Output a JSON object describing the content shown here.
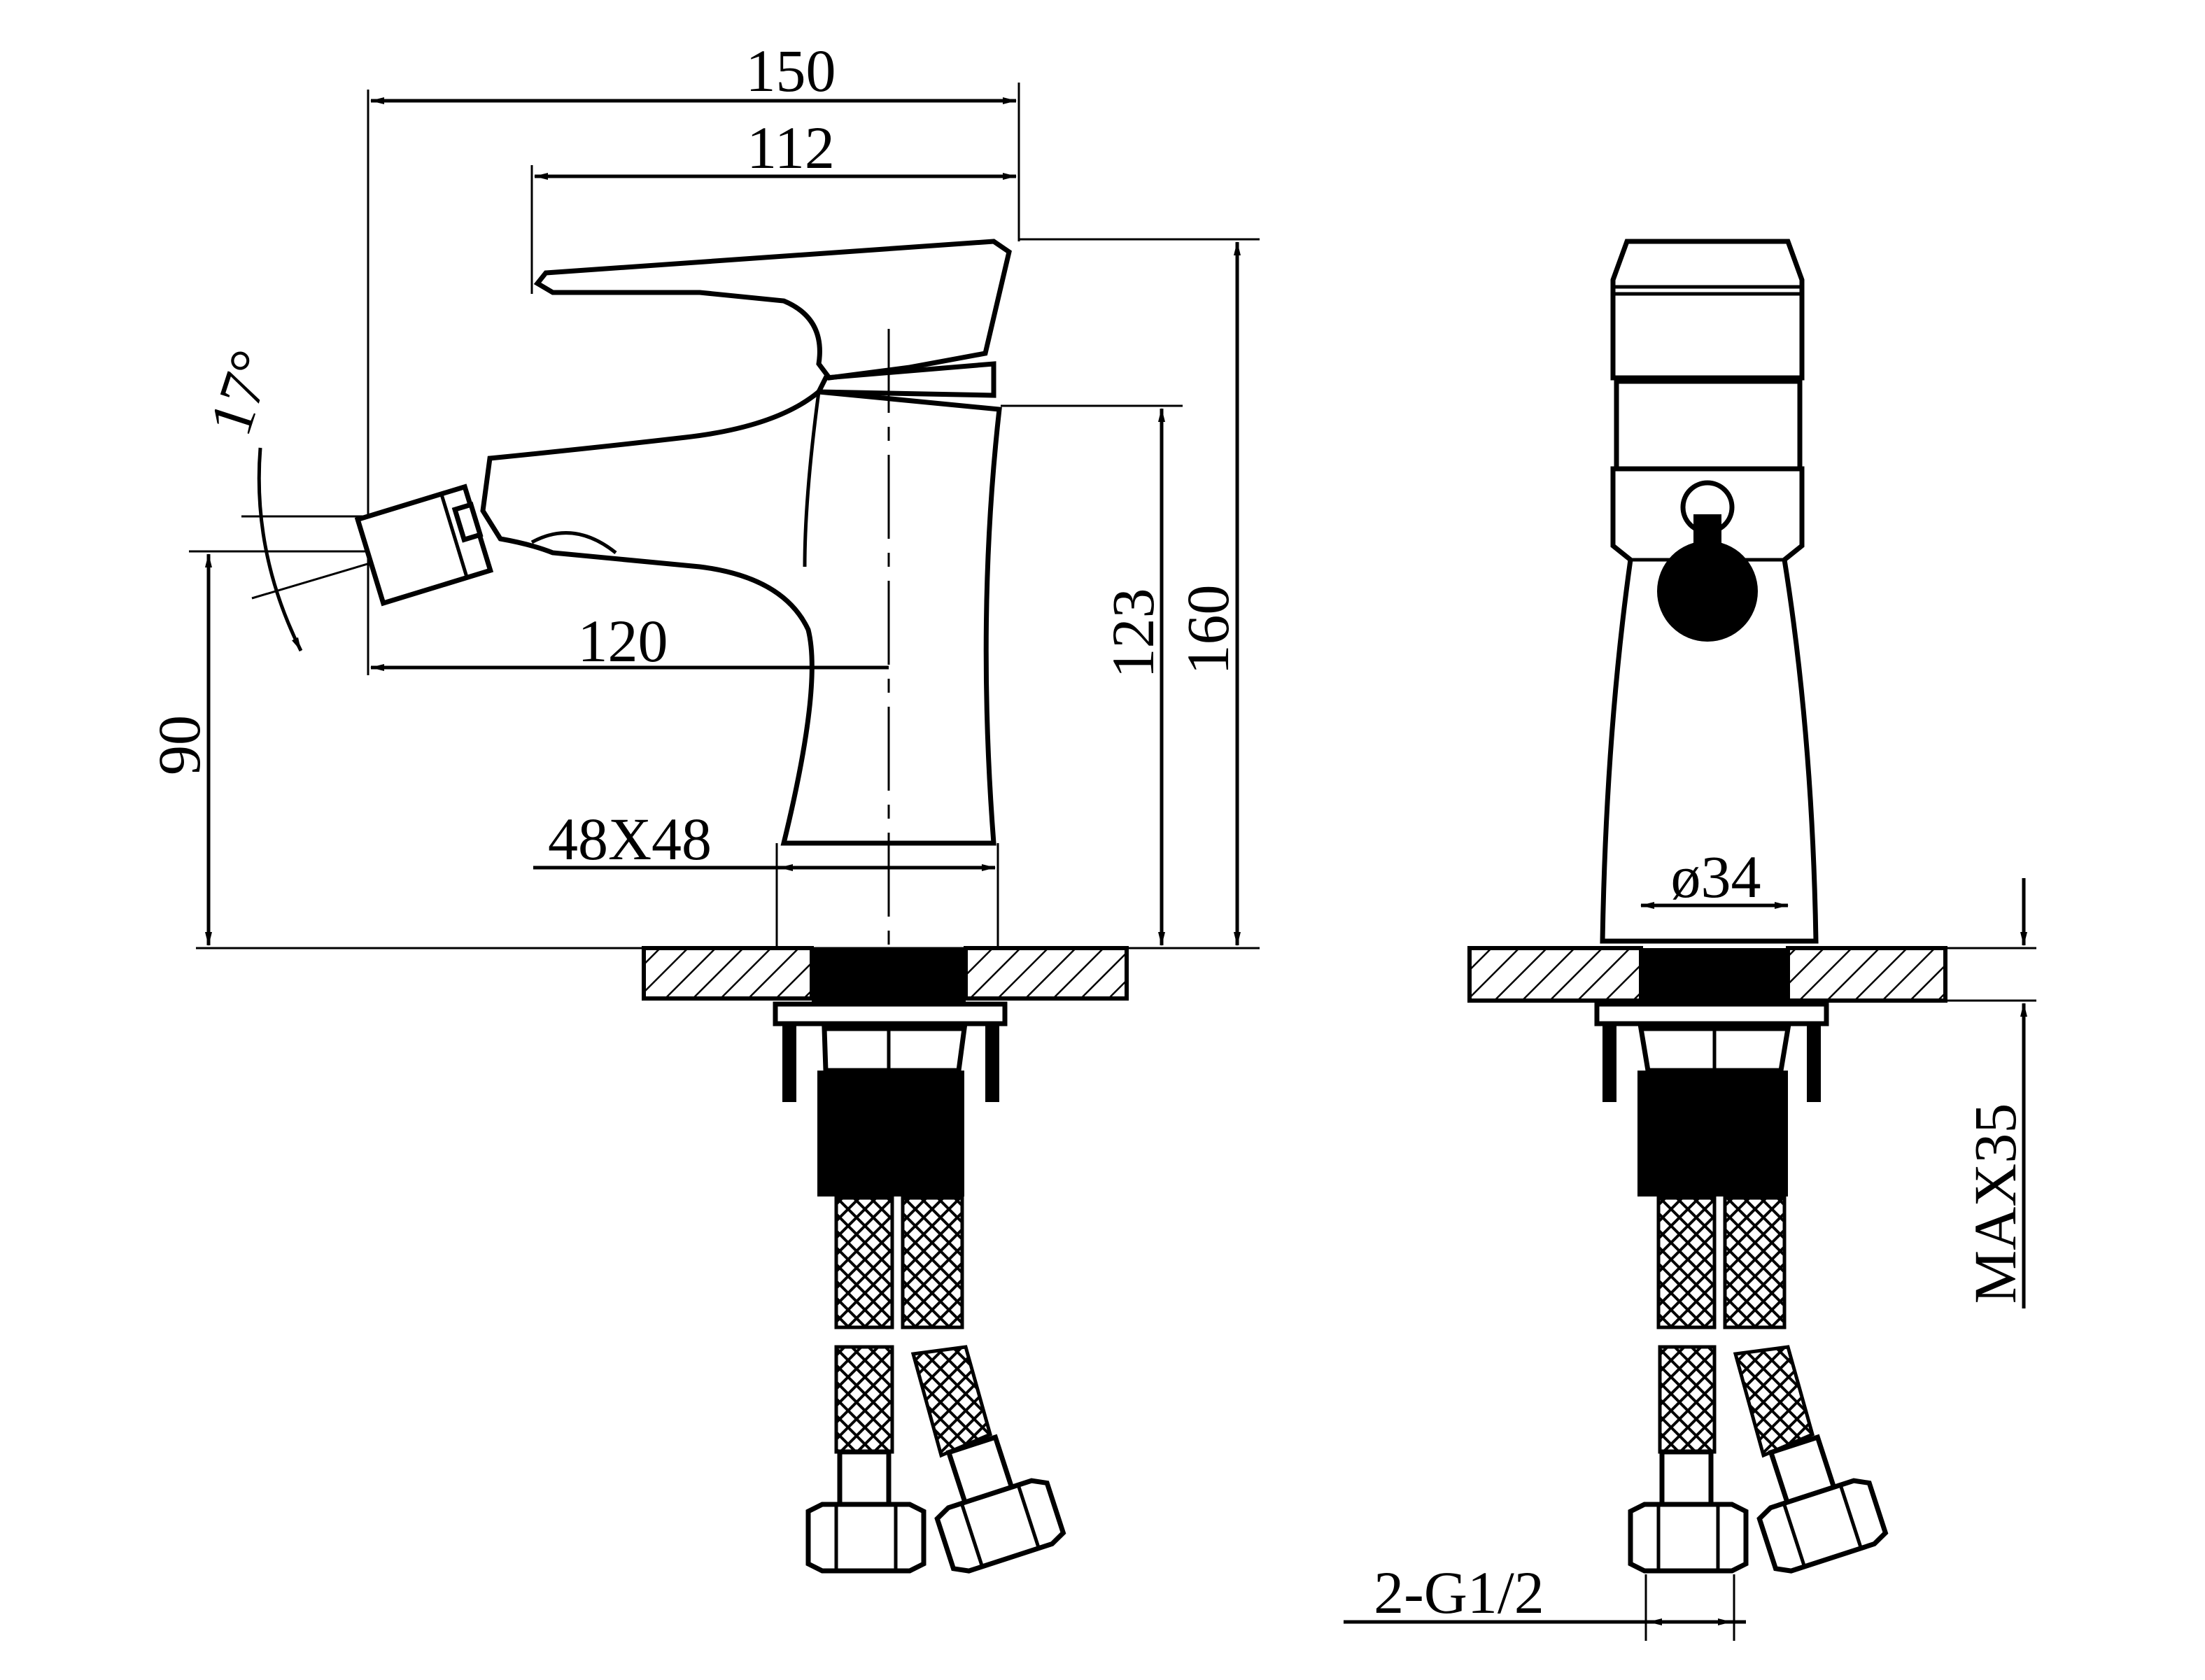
{
  "dimensions": {
    "width_total": "150",
    "width_lever": "112",
    "height_total": "160",
    "height_body": "123",
    "spout_reach": "120",
    "spout_height": "90",
    "base_size": "48X48",
    "spray_angle": "17°",
    "base_diameter": "ø34",
    "max_thickness": "MAX35",
    "connection": "2-G1/2"
  },
  "colors": {
    "line": "#000000",
    "background": "#ffffff"
  },
  "views": [
    "side-view",
    "front-view"
  ]
}
